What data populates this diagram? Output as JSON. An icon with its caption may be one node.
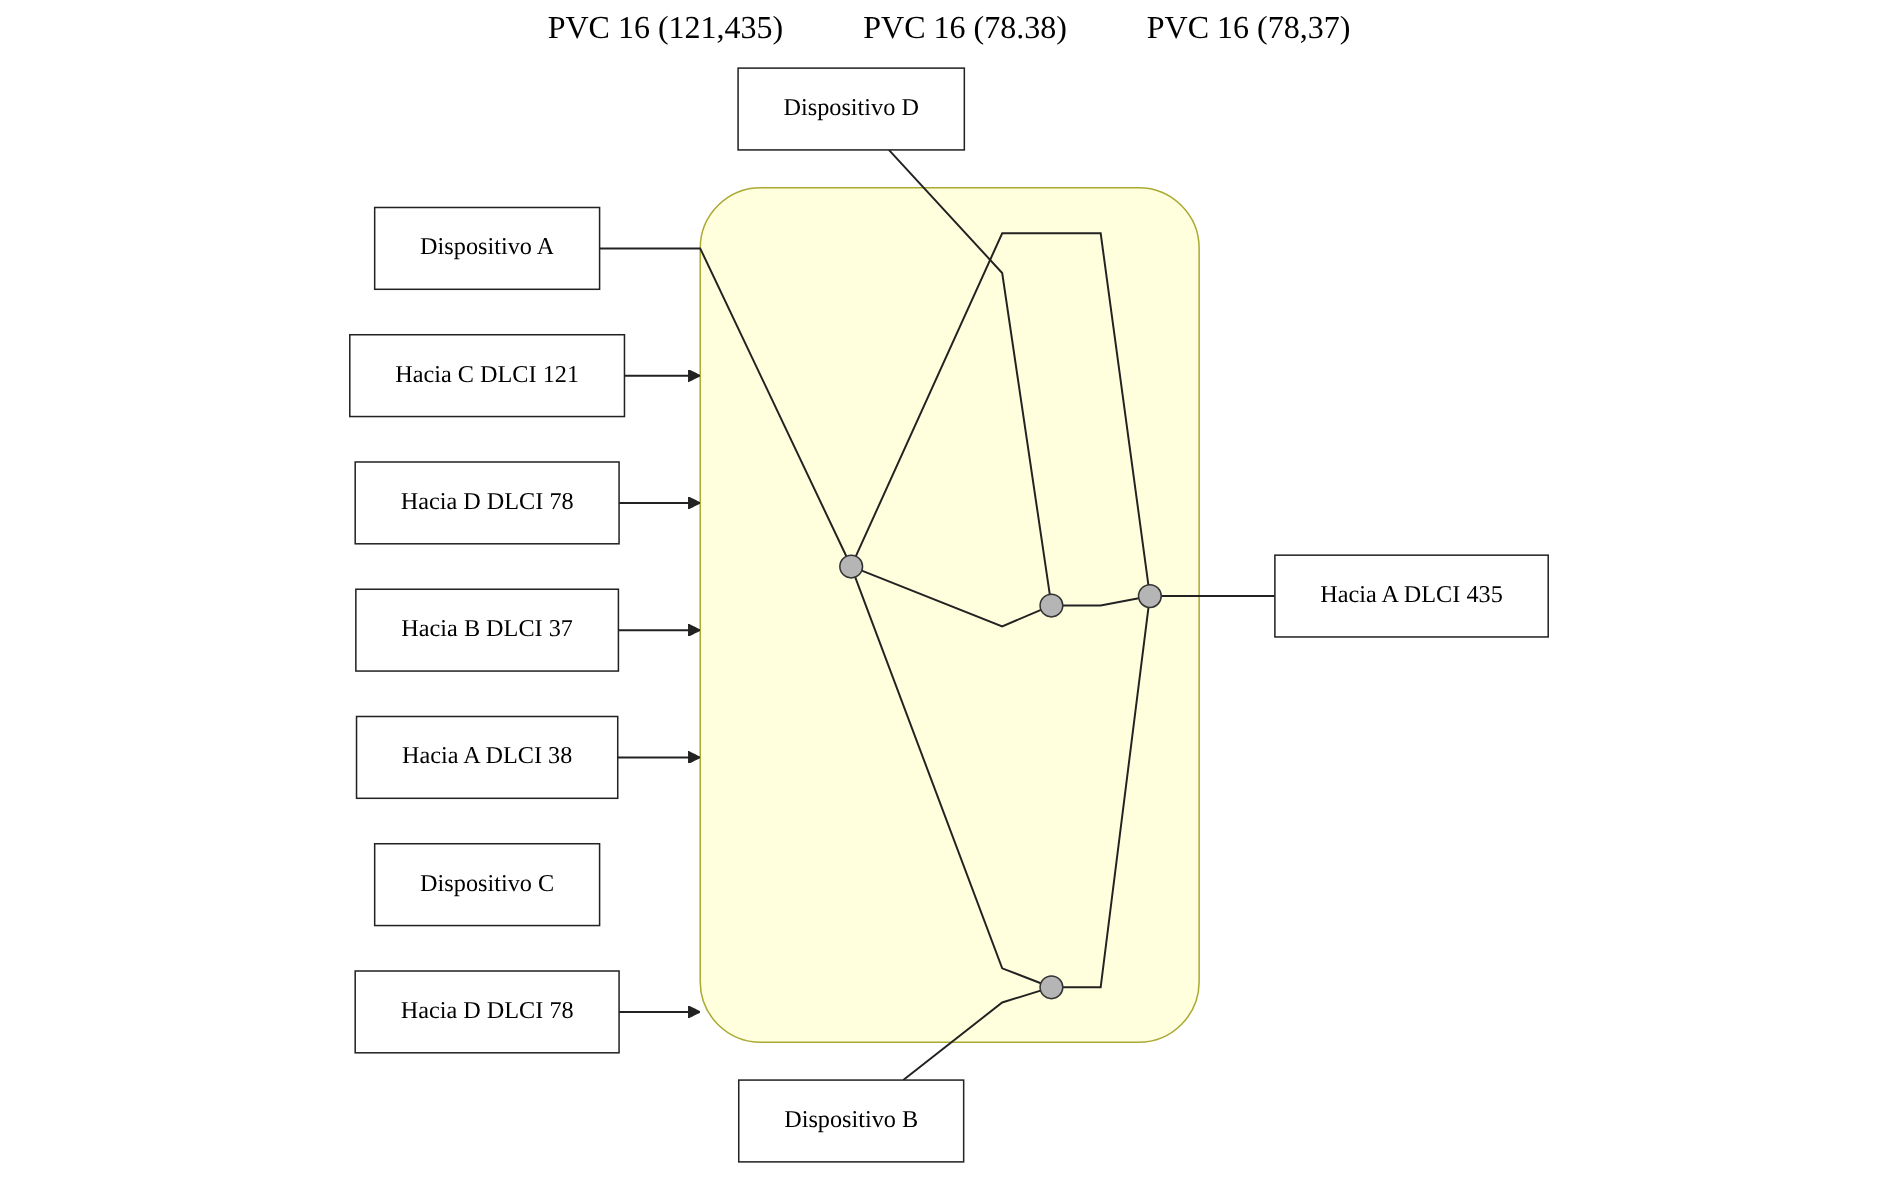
{
  "diagram": {
    "nodes": [
      {
        "text": [
          "Dispositivo A"
        ]
      },
      {
        "text": [
          "Dispositivo D"
        ]
      },
      {
        "text": [],
        "shape": "cloud"
      },
      {
        "text": [],
        "shape": "circle",
        "in": 2
      },
      {
        "text": [],
        "shape": "circle",
        "in": 2
      },
      {
        "text": [
          "Hacia B DLCI 37"
        ]
      },
      {
        "text": [
          "Hacia C DLCI 121"
        ]
      },
      {
        "text": [
          "Hacia A DLCI 38"
        ]
      },
      {
        "text": [
          "Hacia D DLCI 78"
        ]
      },
      {
        "text": [],
        "shape": "circle",
        "in": 2
      },
      {
        "text": [],
        "shape": "circle",
        "in": 2
      },
      {
        "text": [
          "Hacia A DLCI 435"
        ]
      },
      {
        "text": [
          "Dispositivo B"
        ]
      },
      {
        "text": [
          "Dispositivo C"
        ]
      },
      {
        "text": [
          "Hacia D DLCI 78"
        ]
      }
    ],
    "edges": [
      {
        "from": 0,
        "to": 3,
        "arrow": "none"
      },
      {
        "from": 3,
        "to": 10,
        "arrow": "none"
      },
      {
        "from": 1,
        "to": 4,
        "arrow": "none"
      },
      {
        "from": 3,
        "to": 4,
        "arrow": "none"
      },
      {
        "from": 3,
        "to": 9,
        "arrow": "none"
      },
      {
        "from": 4,
        "to": 10,
        "arrow": "none"
      },
      {
        "from": 9,
        "to": 10,
        "arrow": "none"
      },
      {
        "from": 12,
        "to": 9,
        "arrow": "none"
      },
      {
        "from": 10,
        "to": 11,
        "arrow": "none"
      },
      {
        "from": 6,
        "to": 2,
        "arrow": "to"
      },
      {
        "from": 8,
        "to": 2,
        "arrow": "to"
      },
      {
        "from": 5,
        "to": 2,
        "arrow": "to"
      },
      {
        "from": 7,
        "to": 2,
        "arrow": "to"
      },
      {
        "from": 14,
        "to": 2,
        "arrow": "to"
      }
    ],
    "labels": [
      "PVC 16 (121,435)",
      "PVC 16 (78.38)",
      "PVC 16 (78,37)"
    ]
  }
}
